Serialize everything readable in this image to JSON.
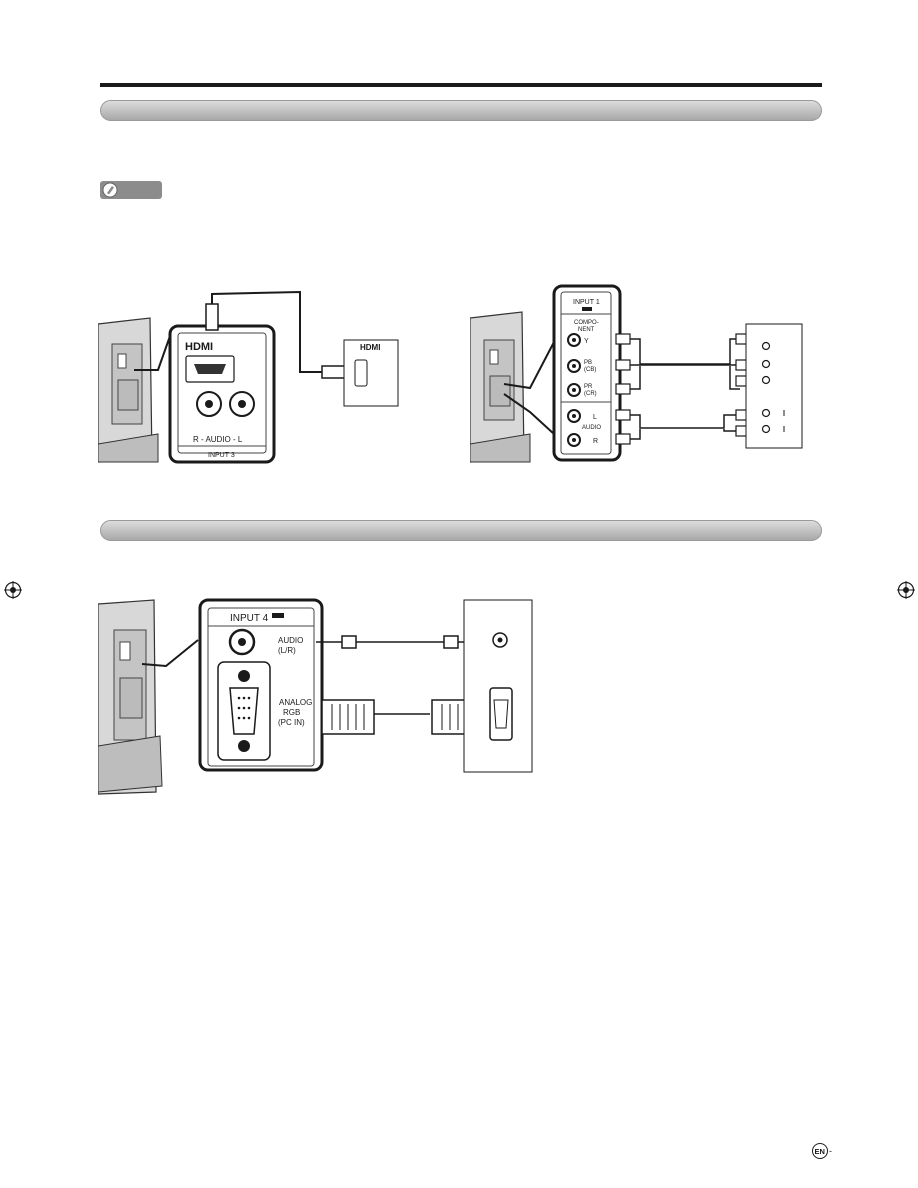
{
  "hdmi_panel": {
    "logo": "HDMI",
    "audio_label": "R - AUDIO - L",
    "input_label": "INPUT 3",
    "device_logo": "HDMI"
  },
  "component_panel": {
    "input_label": "INPUT 1",
    "component_label_1": "COMPO-",
    "component_label_2": "NENT",
    "y_label": "Y",
    "pb_label_1": "PB",
    "pb_label_2": "(CB)",
    "pr_label_1": "PR",
    "pr_label_2": "(CR)",
    "l_label": "L",
    "audio_label": "AUDIO",
    "r_label": "R"
  },
  "pc_panel": {
    "input_label": "INPUT 4",
    "audio_label_1": "AUDIO",
    "audio_label_2": "(L/R)",
    "rgb_label_1": "ANALOG",
    "rgb_label_2": "RGB",
    "rgb_label_3": "(PC IN)"
  },
  "footer": {
    "language_badge": "EN",
    "dash": "-"
  },
  "colors": {
    "band_top": "#dcdcdc",
    "band_bottom": "#a8a8a8",
    "ink": "#1a1a1a"
  }
}
